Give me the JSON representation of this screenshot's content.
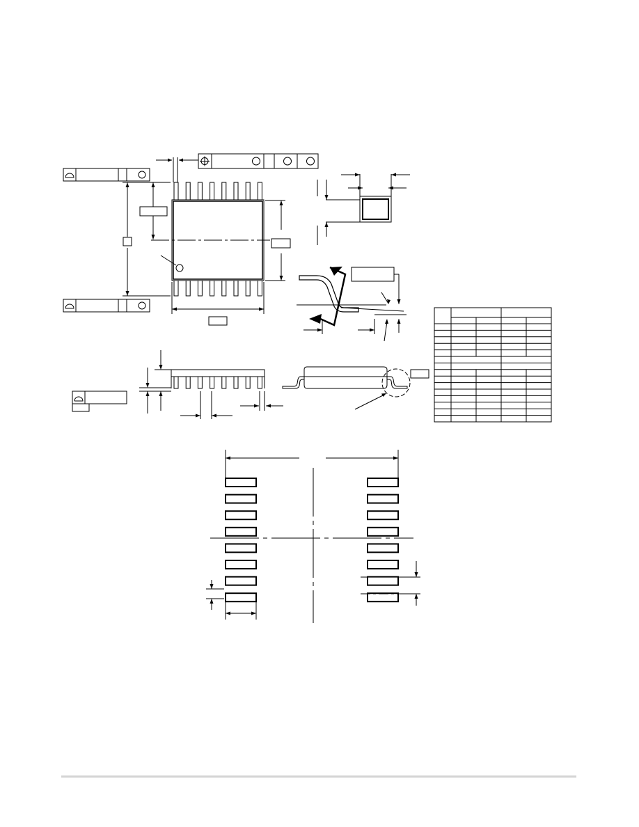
{
  "colors": {
    "ink": "#000000",
    "paper": "#ffffff",
    "footer_rule": "#d4d4d4"
  },
  "package": {
    "pins_per_side": 8,
    "total_pins": 16
  },
  "dimension_table": {
    "data_rows": 15
  },
  "footprint": {
    "pads_per_column": 8
  }
}
